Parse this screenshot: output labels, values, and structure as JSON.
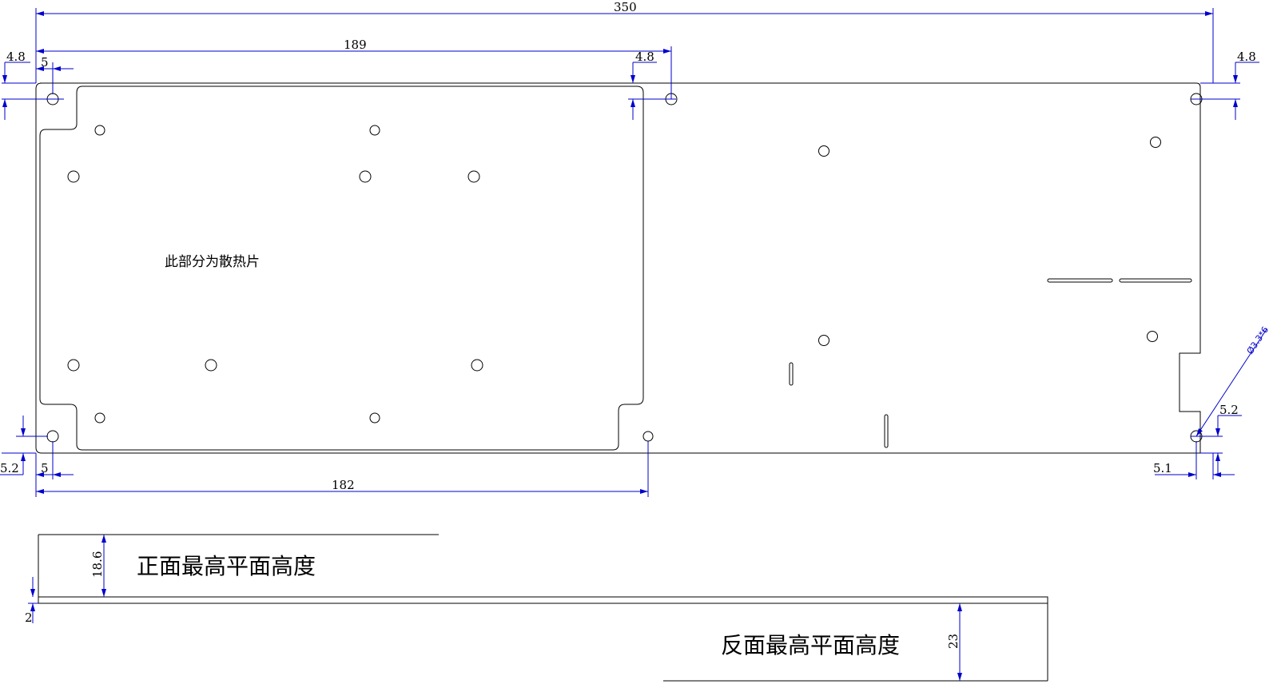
{
  "dimensions": {
    "overall_width": "350",
    "top_span": "189",
    "bottom_span": "182",
    "top_left_offset_y": "4.8",
    "top_left_offset_x": "5",
    "top_mid_offset_y": "4.8",
    "top_right_offset_y": "4.8",
    "bottom_left_offset_y": "5.2",
    "bottom_left_offset_x": "5",
    "bottom_right_offset_y": "5.2",
    "bottom_right_offset_x": "5.1",
    "hole_callout": "Ø3.3*6",
    "front_height": "18.6",
    "board_thickness": "2",
    "back_height": "23"
  },
  "labels": {
    "heatsink": "此部分为散热片",
    "front_max": "正面最高平面高度",
    "back_max": "反面最高平面高度"
  },
  "colors": {
    "outline": "#000000",
    "dimension": "#0000cc"
  }
}
